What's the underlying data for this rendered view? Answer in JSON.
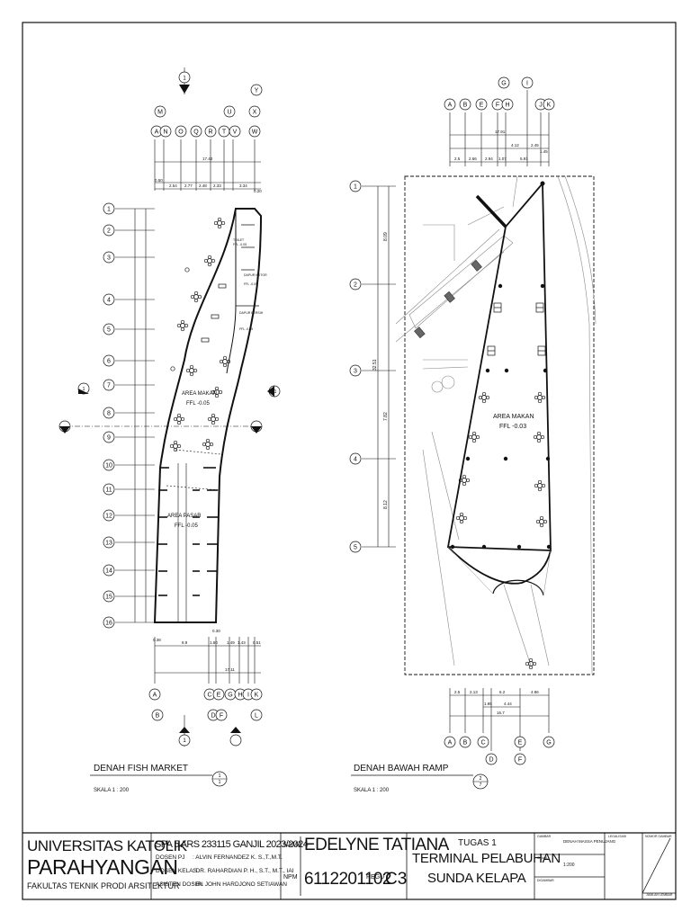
{
  "plans": [
    {
      "title": "DENAH FISH MARKET",
      "scale": "SKALA 1 : 200",
      "marker": {
        "top": "1",
        "bottom": "1"
      },
      "areas": [
        {
          "name": "AREA MAKAN",
          "ffl": "FFL -0.05"
        },
        {
          "name": "AREA PASAR",
          "ffl": "FFL -0.05"
        }
      ],
      "small_rooms": [
        {
          "name": "TOILET",
          "ffl": "FFL -0.05"
        },
        {
          "name": "DAPUR KOTOR",
          "ffl": "FFL -0.05"
        },
        {
          "name": "DAPUR BERSIH",
          "ffl": "FFL -0.05"
        }
      ],
      "grid_top": [
        "M",
        "A",
        "N",
        "O",
        "Q",
        "R",
        "T",
        "U",
        "V",
        "X",
        "Y",
        "W"
      ],
      "grid_bottom_upper": [
        "A",
        "C",
        "E",
        "G",
        "H",
        "I",
        "K"
      ],
      "grid_bottom_lower": [
        "B",
        "D",
        "F",
        "L"
      ],
      "grid_rows": [
        "1",
        "2",
        "3",
        "4",
        "5",
        "6",
        "7",
        "8",
        "9",
        "10",
        "11",
        "12",
        "13",
        "14",
        "15",
        "16"
      ],
      "dims_top": [
        "17.43",
        "2.54",
        "2.77",
        "2.48",
        "2.33",
        "3.34",
        "0.50",
        "0.20"
      ],
      "dims_bottom": [
        "0.38",
        "8.9",
        "1.60",
        "1.49",
        "1.43",
        "0.51",
        "17.11",
        "0.30"
      ],
      "section_markers": {
        "top": "1",
        "bottom": "1",
        "left": "1",
        "right": "1"
      }
    },
    {
      "title": "DENAH BAWAH RAMP",
      "scale": "SKALA 1 : 200",
      "marker": {
        "top": "2",
        "bottom": "7"
      },
      "areas": [
        {
          "name": "AREA MAKAN",
          "ffl": "FFL -0.03"
        }
      ],
      "grid_top_upper": [
        "G",
        "I"
      ],
      "grid_top": [
        "A",
        "B",
        "E",
        "F",
        "H",
        "J",
        "K"
      ],
      "grid_bottom_upper": [
        "A",
        "B",
        "C",
        "E",
        "G"
      ],
      "grid_bottom_lower": [
        "D",
        "F"
      ],
      "grid_rows": [
        "1",
        "2",
        "3",
        "4",
        "5"
      ],
      "dims_top": [
        "17.91",
        "4.12",
        "2.45",
        "2.5",
        "2.66",
        "2.94",
        "1.07",
        "5.91",
        "1.45"
      ],
      "dims_bottom": [
        "2.5",
        "2.13",
        "6.2",
        "4.86",
        "1.95",
        "4.44",
        "16.7"
      ],
      "dims_left": [
        "8.09",
        "32.51",
        "7.82",
        "8.12"
      ]
    }
  ],
  "title_block": {
    "university_line1": "UNIVERSITAS KATOLIK",
    "university_line2": "PARAHYANGAN",
    "faculty": "FAKULTAS TEKNIK PRODI ARSITEKTUR",
    "course": "SPA 5 ARS 233115 GANJIL 2023/2024",
    "dosen_pj_label": "DOSEN PJ",
    "dosen_pj": ": ALVIN FERNANDEZ K. S.,T.,M.T.",
    "dosen_kelas_label": "DOSEN KELAS",
    "dosen_kelas": ": DR. RAHARDIAN P. H., S.T., M.T., IAI",
    "asisten_label": "ASISTEN DOSEN",
    "asisten": ": IR. JOHN HARDJONO SETIAWAN",
    "nama_label": "NAMA",
    "nama": "EDELYNE TATIANA",
    "npm_label": "NPM",
    "npm": "6112201102",
    "regu_label": "REGU",
    "regu": "C3",
    "tugas": "TUGAS 1",
    "project_line1": "TERMINAL PELABUHAN",
    "project_line2": "SUNDA KELAPA",
    "gambar_label": "GAMBAR",
    "gambar": "DENAH MASSA PENUJANG",
    "skala_label": "SKALA",
    "skala": "1:200",
    "digambar_label": "DIGAMBAR",
    "legalisasi_label": "LEGALISASI",
    "nomor_label": "NOMOR GAMBAR",
    "jumlah_label": "JUMLAH LEMBAR"
  }
}
